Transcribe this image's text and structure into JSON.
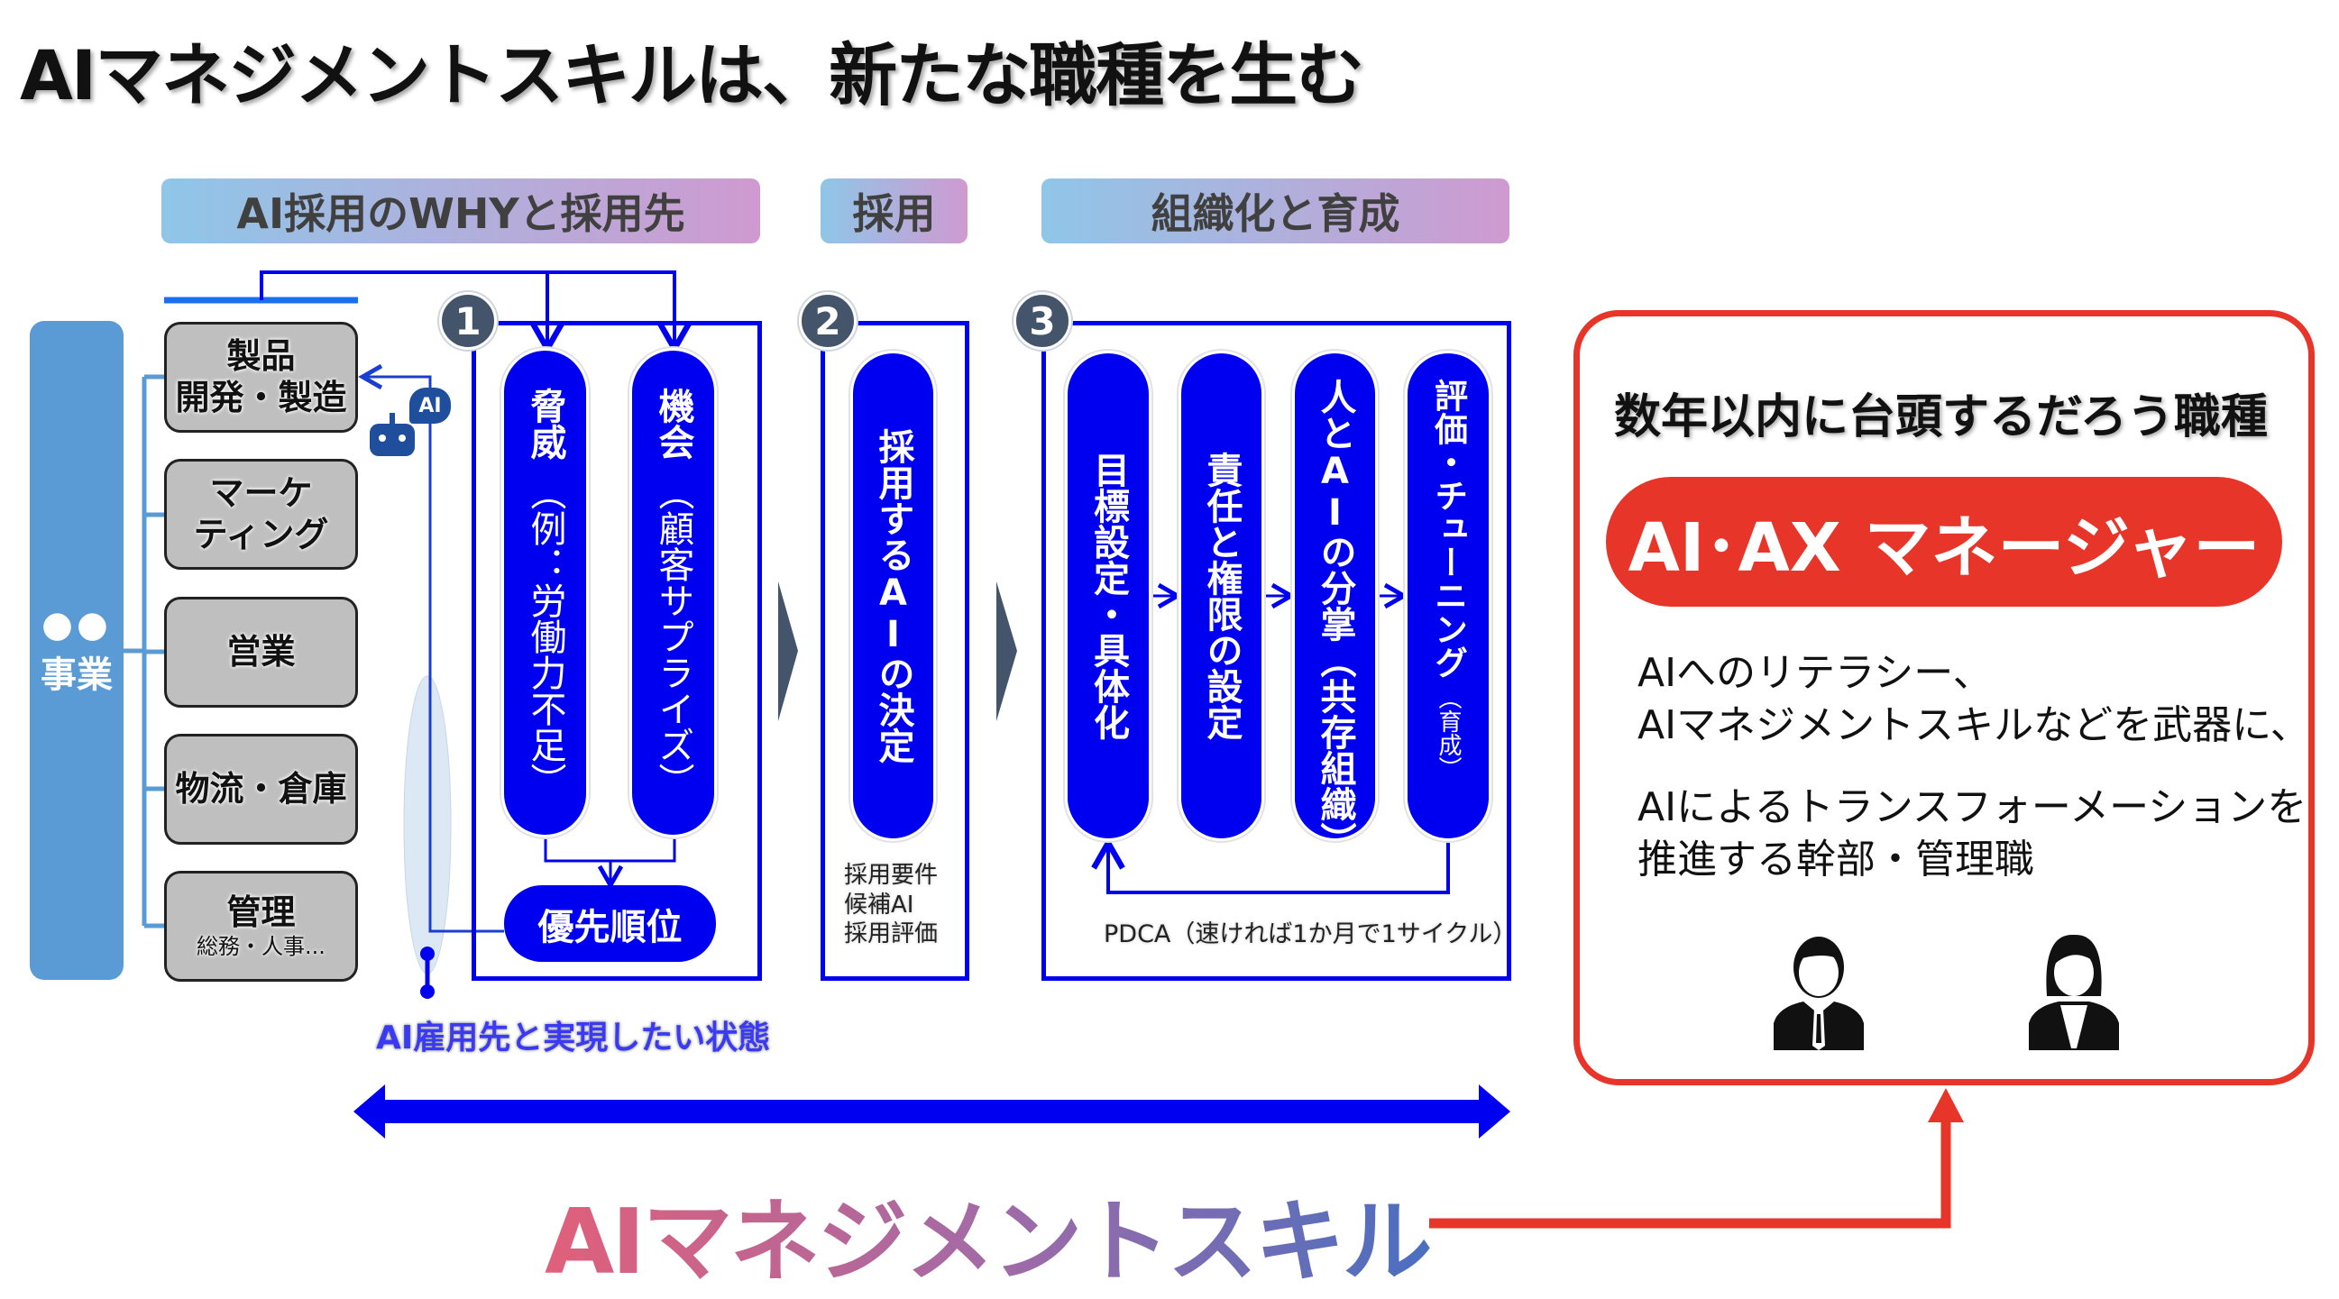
{
  "title": "AIマネジメントスキルは、新たな職種を生む",
  "headers": [
    "AI採用のWHYと採用先",
    "採用",
    "組織化と育成"
  ],
  "business": {
    "dots": "●●",
    "label": "事業"
  },
  "departments": [
    {
      "label": "製品\n開発・製造"
    },
    {
      "label": "マーケ\nティング"
    },
    {
      "label": "営業"
    },
    {
      "label": "物流・倉庫"
    },
    {
      "label": "管理",
      "sub": "総務・人事..."
    }
  ],
  "ai_badge": "AI",
  "step1": {
    "number": "1",
    "threat_title": "脅威",
    "threat_note": "（例：労働力不足）",
    "opportunity_title": "機会",
    "opportunity_note": "（顧客サプライズ）",
    "priority": "優先順位"
  },
  "ai_target_label": "AI雇用先と実現したい状態",
  "step2": {
    "number": "2",
    "pill": "採用するAIの決定",
    "notes": [
      "採用要件",
      "候補AI",
      "採用評価"
    ]
  },
  "step3": {
    "number": "3",
    "pills": [
      {
        "main": "目標設定・具体化"
      },
      {
        "main": "責任と権限の設定"
      },
      {
        "main": "人とAIの分掌",
        "note": "（共存組織）"
      },
      {
        "main": "評価・チューニング",
        "note": "（育成）"
      }
    ],
    "pdca": "PDCA（速ければ1か月で1サイクル）"
  },
  "skill_label": "AIマネジメントスキル",
  "job": {
    "heading": "数年以内に台頭するだろう職種",
    "title": "AI･AX マネージャー",
    "desc": [
      "AIへのリテラシー、",
      "AIマネジメントスキルなどを武器に、",
      "AIによるトランスフォーメーションを",
      "推進する幹部・管理職"
    ]
  },
  "colors": {
    "blue": "#0000f0",
    "red": "#e8352a",
    "slate": "#44546a",
    "biz": "#5b9bd5"
  }
}
